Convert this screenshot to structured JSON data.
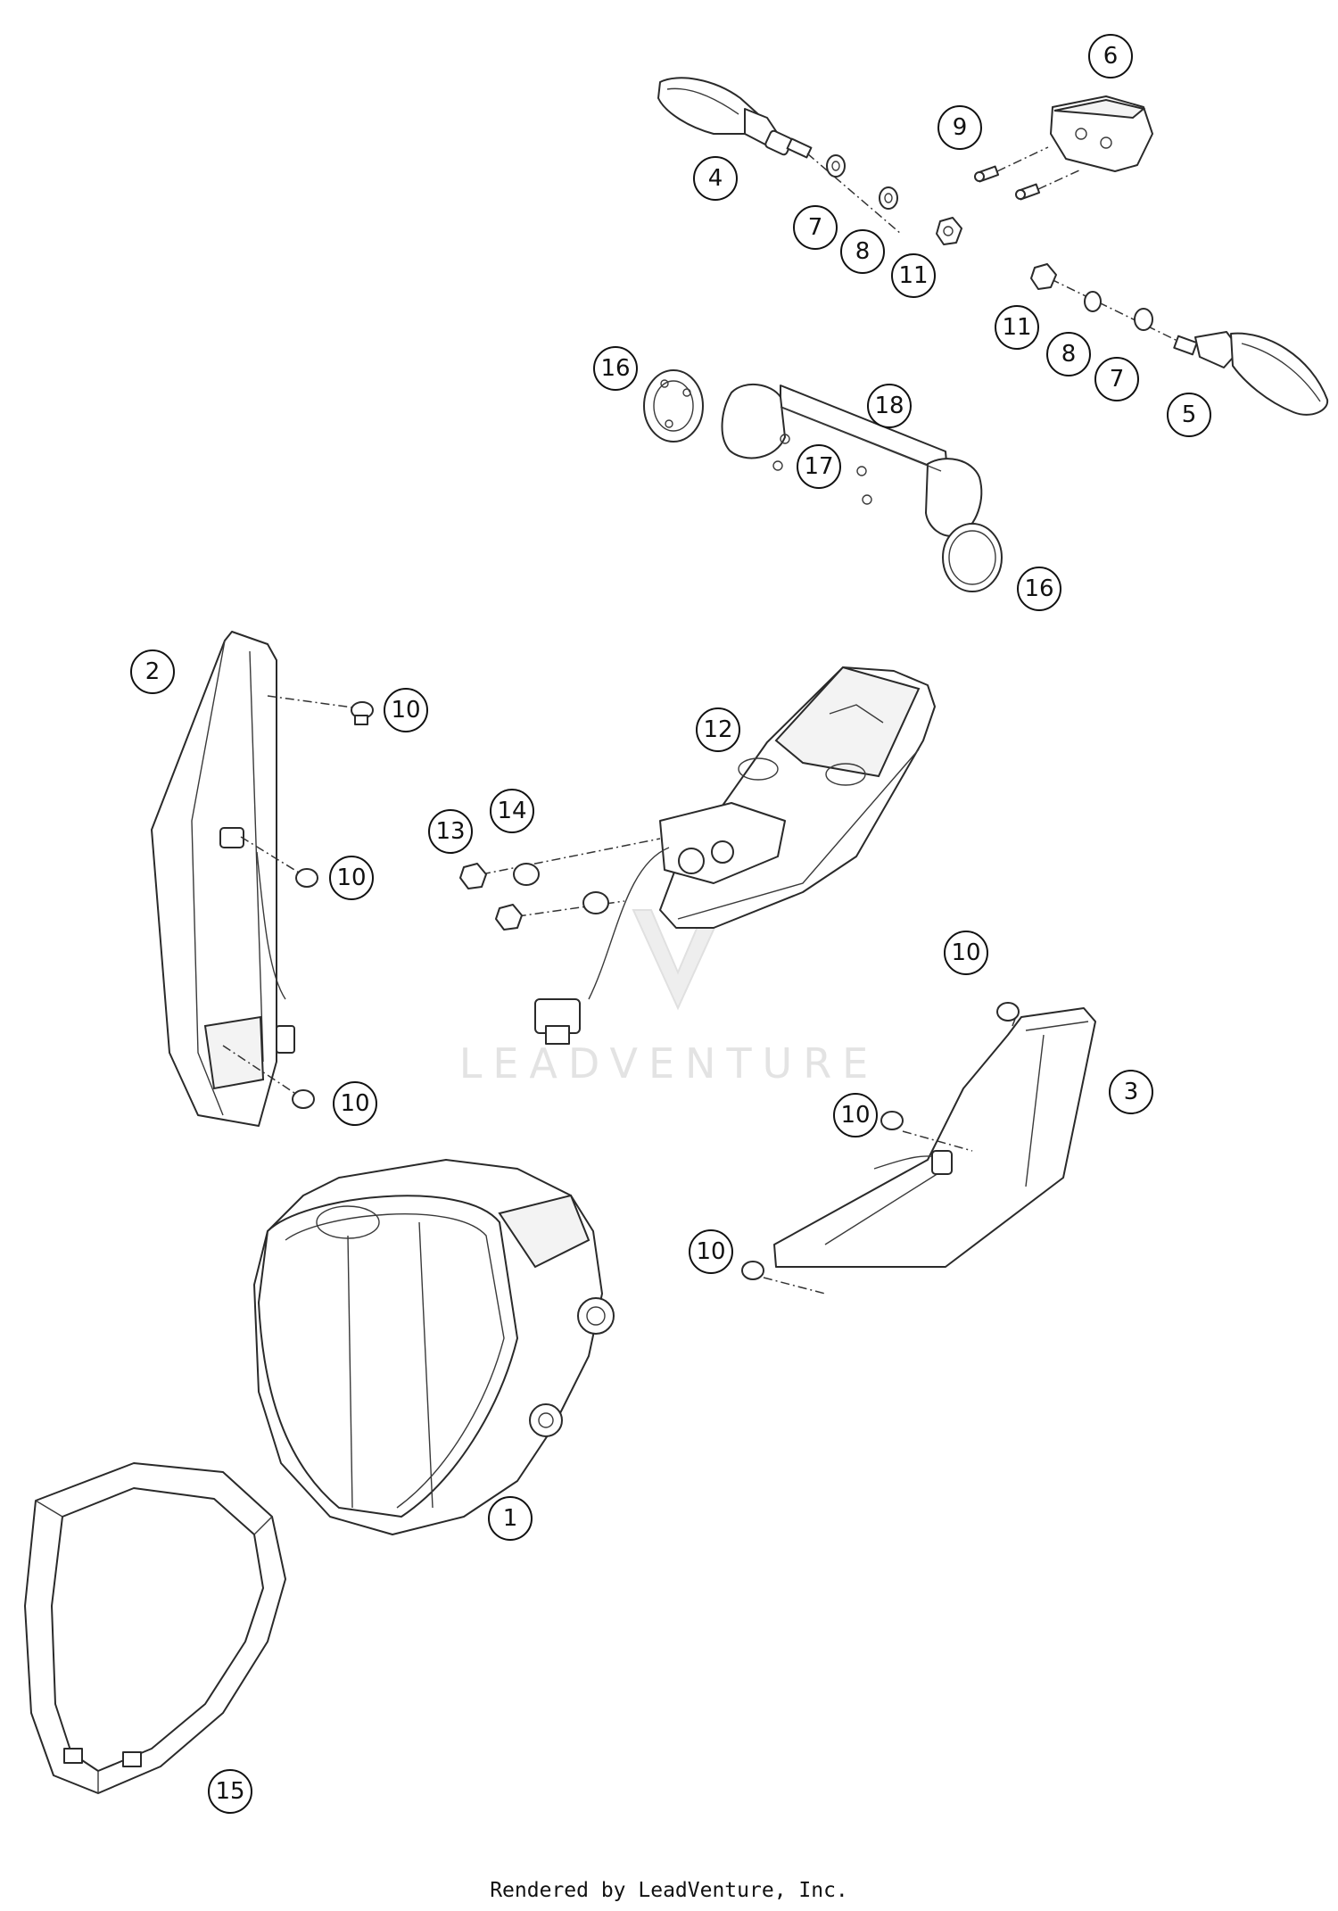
{
  "watermark": "LEADVENTURE",
  "footer": "Rendered by LeadVenture, Inc.",
  "callouts": [
    "1",
    "2",
    "3",
    "4",
    "5",
    "6",
    "7",
    "8",
    "9",
    "10",
    "11",
    "12",
    "13",
    "14",
    "15",
    "16",
    "17",
    "18"
  ],
  "parts": {
    "turn_signal_front_left": "4",
    "turn_signal_front_right": "5",
    "turn_signal_bracket": "6",
    "washer": "7",
    "lock_washer": "8",
    "screw_small": "9",
    "screw_10": "10",
    "nut": "11",
    "headlight_bracket": "12",
    "nut_13": "13",
    "washer_14": "14",
    "headlight": "1",
    "side_reflector_left": "2",
    "side_reflector_right": "3",
    "headlight_trim": "15",
    "rubber_cap": "16",
    "rivet_nut": "17",
    "mount_plate": "18"
  },
  "colors": {
    "line": "#2a2a2a",
    "watermark": "#e3e3e3",
    "background": "#ffffff"
  }
}
